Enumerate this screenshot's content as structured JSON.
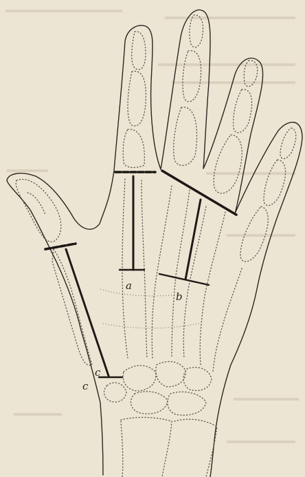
{
  "figure": {
    "labels": {
      "a": "a",
      "b": "b",
      "c": "c",
      "c_lower": "c"
    }
  },
  "colors": {
    "paper": "#ece5d3",
    "ink": "#1d1a17",
    "dotted_bones": "#5b554d"
  }
}
